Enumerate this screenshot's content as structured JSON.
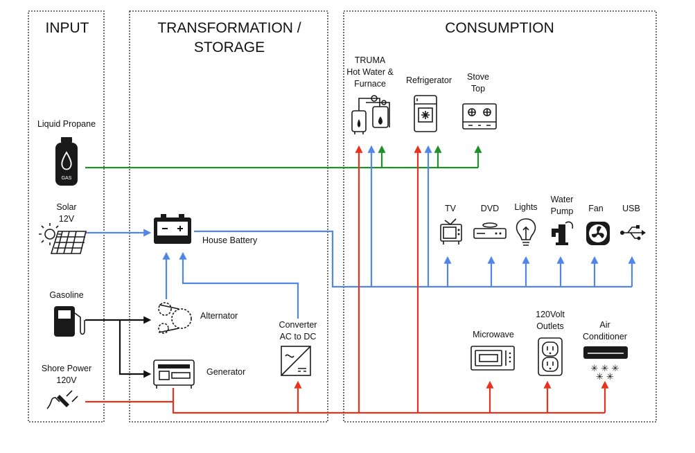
{
  "diagram": {
    "sections": {
      "input": "INPUT",
      "transformation_line1": "TRANSFORMATION /",
      "transformation_line2": "STORAGE",
      "consumption": "CONSUMPTION"
    },
    "inputs": {
      "propane": "Liquid Propane",
      "gas_badge": "GAS",
      "solar_line1": "Solar",
      "solar_line2": "12V",
      "gasoline": "Gasoline",
      "shore_line1": "Shore Power",
      "shore_line2": "120V"
    },
    "transformation": {
      "battery": "House Battery",
      "alternator": "Alternator",
      "generator": "Generator",
      "converter_line1": "Converter",
      "converter_line2": "AC to DC"
    },
    "consumption": {
      "truma_line1": "TRUMA",
      "truma_line2": "Hot Water &",
      "truma_line3": "Furnace",
      "refrigerator": "Refrigerator",
      "stove_line1": "Stove",
      "stove_line2": "Top",
      "tv": "TV",
      "dvd": "DVD",
      "lights": "Lights",
      "pump_line1": "Water",
      "pump_line2": "Pump",
      "fan": "Fan",
      "usb": "USB",
      "microwave": "Microwave",
      "outlets_line1": "120Volt",
      "outlets_line2": "Outlets",
      "ac_line1": "Air",
      "ac_line2": "Conditioner"
    },
    "colors": {
      "dc_12v": "#4f86e8",
      "ac_120v": "#e8321e",
      "propane": "#1f8f2a",
      "fuel": "#111111"
    }
  }
}
